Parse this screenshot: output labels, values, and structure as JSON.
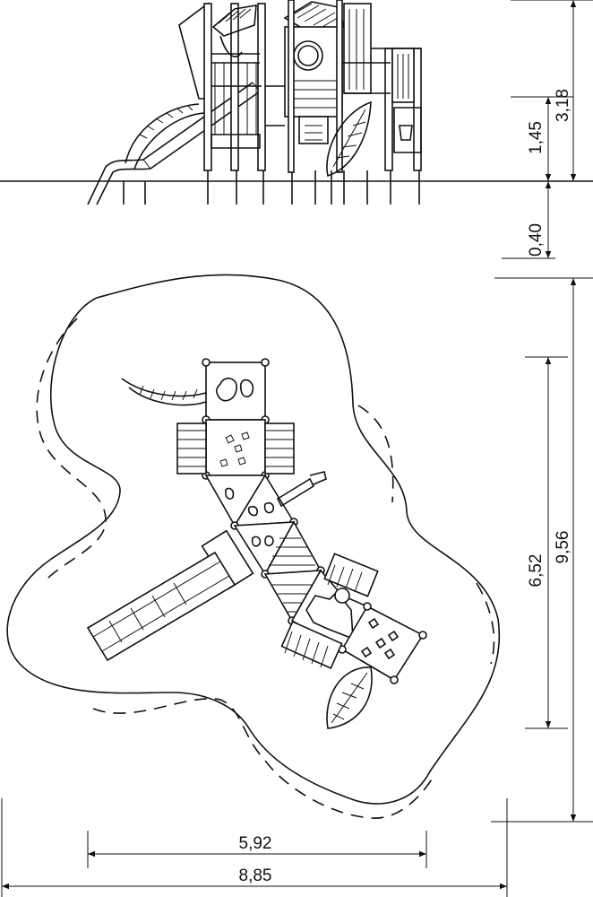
{
  "dimensions": {
    "height_total": "3,18",
    "height_platform": "1,45",
    "depth_foundation": "0,40",
    "length_inner": "6,52",
    "length_total": "9,56",
    "width_inner": "5,92",
    "width_total": "8,85"
  },
  "colors": {
    "line": "#111111",
    "background": "#ffffff"
  }
}
